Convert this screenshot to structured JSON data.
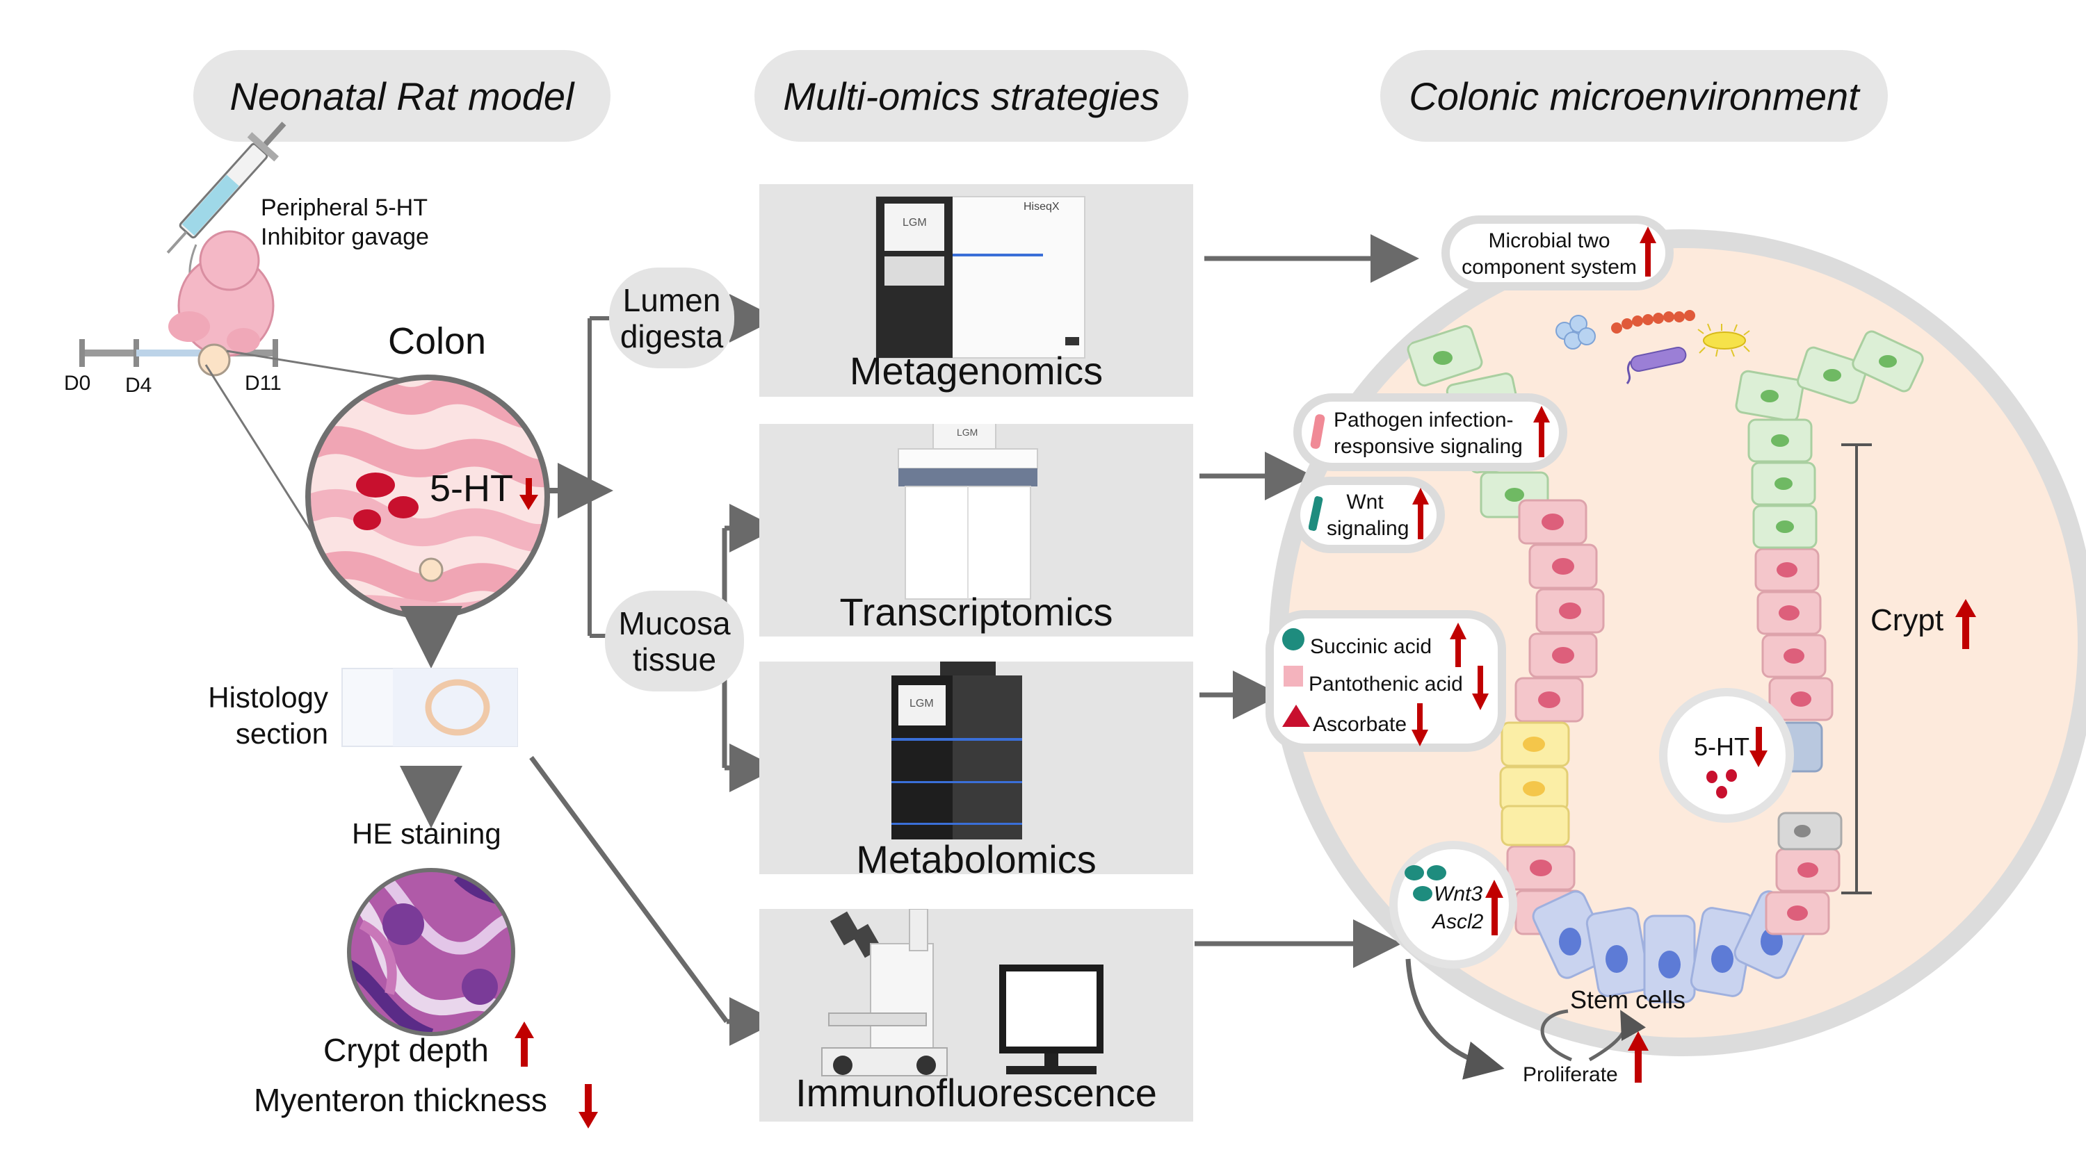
{
  "headers": {
    "left": "Neonatal Rat model",
    "middle": "Multi-omics strategies",
    "right": "Colonic microenvironment"
  },
  "rat_model": {
    "gavage": [
      "Peripheral 5-HT",
      "Inhibitor gavage"
    ],
    "timeline": [
      "D0",
      "D4",
      "D11"
    ],
    "colon": "Colon",
    "five_ht": "5-HT",
    "histology": [
      "Histology",
      "section"
    ],
    "he_staining": "HE staining",
    "crypt_depth": "Crypt depth",
    "myenteron": "Myenteron thickness"
  },
  "samples": {
    "lumen": [
      "Lumen",
      "digesta"
    ],
    "mucosa": [
      "Mucosa",
      "tissue"
    ]
  },
  "omics": {
    "metagenomics": "Metagenomics",
    "transcriptomics": "Transcriptomics",
    "metabolomics": "Metabolomics",
    "immunofluorescence": "Immunofluorescence",
    "instrument_brand": "LGM",
    "instrument_model": "HiseqX"
  },
  "microenv": {
    "microbial": [
      "Microbial two",
      "component system"
    ],
    "pathogen": [
      "Pathogen  infection-",
      "responsive signaling"
    ],
    "wnt": [
      "Wnt",
      "signaling"
    ],
    "succinic": "Succinic acid",
    "pantothenic": "Pantothenic acid",
    "ascorbate": "Ascorbate",
    "wnt3": "Wnt3",
    "ascl2": "Ascl2",
    "five_ht": "5-HT",
    "crypt": "Crypt",
    "stem_cells": "Stem cells",
    "proliferate": "Proliferate"
  },
  "colors": {
    "up_arrow": "#c00000",
    "panel_bg": "#e4e4e4",
    "header_bg": "#e6e6e6",
    "teal": "#1e8c7e",
    "pink_cell": "#f4c6cb",
    "green_cell": "#dcefd6",
    "blue_cell": "#c9d3ef"
  }
}
